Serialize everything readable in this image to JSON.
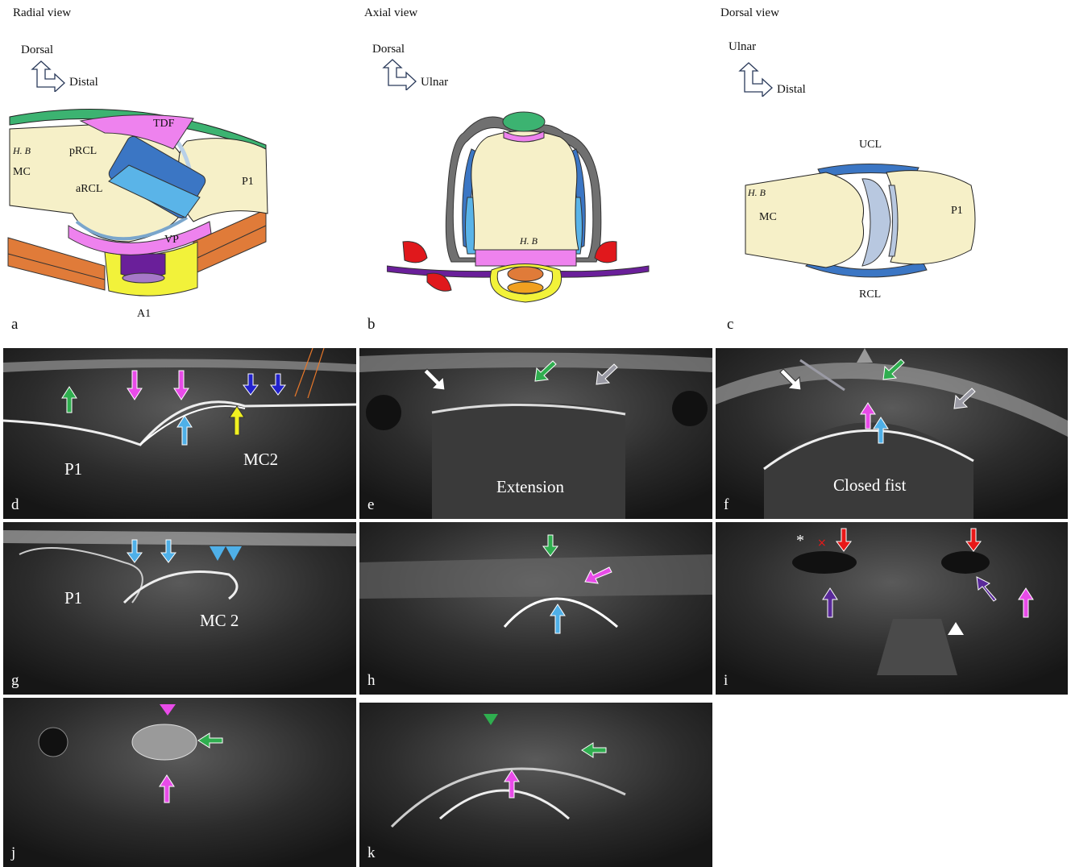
{
  "panels": {
    "a": {
      "title": "Radial view",
      "label": "a",
      "axis": {
        "up": "Dorsal",
        "right": "Distal"
      },
      "structures": {
        "tdf": "TDF",
        "hb": "H. B",
        "mc": "MC",
        "prcl": "pRCL",
        "arcl": "aRCL",
        "p1": "P1",
        "vp": "VP",
        "a1": "A1"
      }
    },
    "b": {
      "title": "Axial view",
      "label": "b",
      "axis": {
        "up": "Dorsal",
        "right": "Ulnar"
      },
      "structures": {
        "hb": "H. B"
      }
    },
    "c": {
      "title": "Dorsal view",
      "label": "c",
      "axis": {
        "up": "Ulnar",
        "right": "Distal"
      },
      "structures": {
        "ucl": "UCL",
        "hb": "H. B",
        "mc": "MC",
        "p1": "P1",
        "rcl": "RCL"
      }
    },
    "d": {
      "label": "d",
      "texts": {
        "p1": "P1",
        "mc2": "MC2"
      }
    },
    "e": {
      "label": "e",
      "texts": {
        "caption": "Extension"
      }
    },
    "f": {
      "label": "f",
      "texts": {
        "caption": "Closed fist"
      }
    },
    "g": {
      "label": "g",
      "texts": {
        "p1": "P1",
        "mc2": "MC 2"
      }
    },
    "h": {
      "label": "h"
    },
    "i": {
      "label": "i",
      "texts": {
        "asterisk": "*"
      }
    },
    "j": {
      "label": "j"
    },
    "k": {
      "label": "k"
    }
  },
  "colors": {
    "bone": "#f6f0c8",
    "green": "#3cb371",
    "pink": "#ee82ee",
    "blue": "#3b76c4",
    "lightblue": "#5ab4e8",
    "orange": "#e07b39",
    "yellow": "#f2f23a",
    "purple": "#6a1f9a",
    "red": "#e0181c",
    "gray": "#707070",
    "arrow_green": "#2fae4f",
    "arrow_magenta": "#e84be8",
    "arrow_blue": "#2222cc",
    "arrow_cyan": "#4fb0e8",
    "arrow_yellow": "#f0f020",
    "arrow_white": "#ffffff",
    "arrow_gray": "#9a9aa4",
    "arrow_red": "#e81818",
    "arrow_purple": "#5a2a9a",
    "arrow_orange": "#e8782a"
  }
}
